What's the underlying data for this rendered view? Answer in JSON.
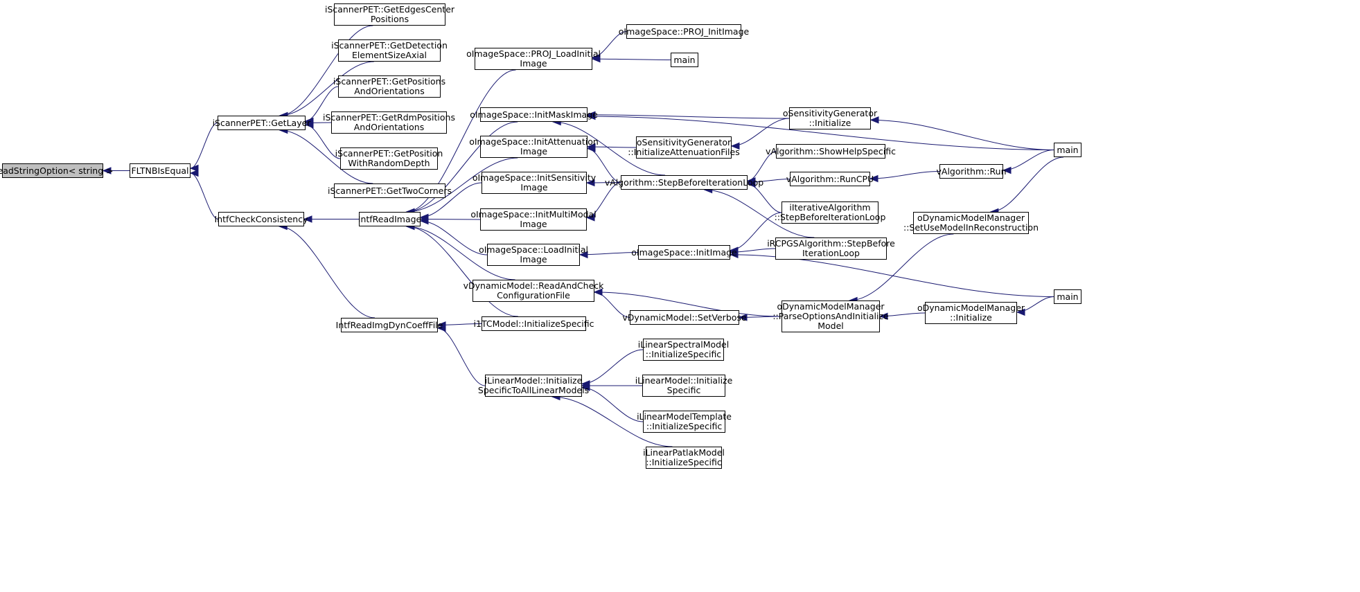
{
  "colors": {
    "edge": "#191970",
    "node_border": "#000000",
    "root_fill": "#bfbfbf",
    "background": "#ffffff"
  },
  "nodes": {
    "readstring": [
      "ReadStringOption< string >"
    ],
    "fltnb": [
      "FLTNBIsEqual"
    ],
    "getlayer": [
      "iScannerPET::GetLayer"
    ],
    "checkcons": [
      "IntfCheckConsistency"
    ],
    "edges_center": [
      "iScannerPET::GetEdgesCenter",
      "Positions"
    ],
    "detection_axial": [
      "iScannerPET::GetDetection",
      "ElementSizeAxial"
    ],
    "positions_orient": [
      "iScannerPET::GetPositions",
      "AndOrientations"
    ],
    "rdm_positions": [
      "iScannerPET::GetRdmPositions",
      "AndOrientations"
    ],
    "position_random": [
      "iScannerPET::GetPosition",
      "WithRandomDepth"
    ],
    "twocorners": [
      "iScannerPET::GetTwoCorners"
    ],
    "readimage": [
      "IntfReadImage"
    ],
    "readimgdyn": [
      "IntfReadImgDynCoeffFile"
    ],
    "proj_load": [
      "oImageSpace::PROJ_LoadInitial",
      "Image"
    ],
    "proj_init": [
      "oImageSpace::PROJ_InitImage"
    ],
    "main_proj": [
      "main"
    ],
    "initmask": [
      "oImageSpace::InitMaskImage"
    ],
    "initatten": [
      "oImageSpace::InitAttenuation",
      "Image"
    ],
    "initsens": [
      "oImageSpace::InitSensitivity",
      "Image"
    ],
    "initmulti": [
      "oImageSpace::InitMultiModal",
      "Image"
    ],
    "loadinitial": [
      "oImageSpace::LoadInitial",
      "Image"
    ],
    "readandcheck": [
      "vDynamicModel::ReadAndCheck",
      "ConfigurationFile"
    ],
    "i1tc": [
      "i1TCModel::InitializeSpecific"
    ],
    "linear_init": [
      "iLinearModel::Initialize",
      "SpecificToAllLinearModels"
    ],
    "sens_atten": [
      "oSensitivityGenerator",
      "::InitializeAttenuationFiles"
    ],
    "stepbefore": [
      "vAlgorithm::StepBeforeIterationLoop"
    ],
    "initimage": [
      "oImageSpace::InitImage"
    ],
    "setverbose": [
      "vDynamicModel::SetVerbose"
    ],
    "spectral": [
      "iLinearSpectralModel",
      "::InitializeSpecific"
    ],
    "linear_spec": [
      "iLinearModel::Initialize",
      "Specific"
    ],
    "template": [
      "iLinearModelTemplate",
      "::InitializeSpecific"
    ],
    "patlak": [
      "iLinearPatlakModel",
      "::InitializeSpecific"
    ],
    "sens_init": [
      "oSensitivityGenerator",
      "::Initialize"
    ],
    "showhelp": [
      "vAlgorithm::ShowHelpSpecific"
    ],
    "runcpu": [
      "vAlgorithm::RunCPU"
    ],
    "iterative": [
      "iIterativeAlgorithm",
      "::StepBeforeIterationLoop"
    ],
    "rcpgs": [
      "iRCPGSAlgorithm::StepBefore",
      "IterationLoop"
    ],
    "parseoptions": [
      "oDynamicModelManager",
      "::ParseOptionsAndInitialize",
      "Model"
    ],
    "run": [
      "vAlgorithm::Run"
    ],
    "setusemodel": [
      "oDynamicModelManager",
      "::SetUseModelInReconstruction"
    ],
    "manager_init": [
      "oDynamicModelManager",
      "::Initialize"
    ],
    "main_top": [
      "main"
    ],
    "main_bottom": [
      "main"
    ]
  },
  "edges": [
    [
      "fltnb",
      "readstring"
    ],
    [
      "getlayer",
      "fltnb"
    ],
    [
      "checkcons",
      "fltnb"
    ],
    [
      "edges_center",
      "getlayer"
    ],
    [
      "detection_axial",
      "getlayer"
    ],
    [
      "positions_orient",
      "getlayer"
    ],
    [
      "rdm_positions",
      "getlayer"
    ],
    [
      "position_random",
      "getlayer"
    ],
    [
      "twocorners",
      "getlayer"
    ],
    [
      "readimage",
      "checkcons"
    ],
    [
      "readimgdyn",
      "checkcons"
    ],
    [
      "proj_load",
      "readimage"
    ],
    [
      "initmask",
      "readimage"
    ],
    [
      "initatten",
      "readimage"
    ],
    [
      "initsens",
      "readimage"
    ],
    [
      "initmulti",
      "readimage"
    ],
    [
      "loadinitial",
      "readimage"
    ],
    [
      "readandcheck",
      "readimage"
    ],
    [
      "i1tc",
      "readimage"
    ],
    [
      "i1tc",
      "readimgdyn"
    ],
    [
      "linear_init",
      "readimgdyn"
    ],
    [
      "proj_init",
      "proj_load"
    ],
    [
      "main_proj",
      "proj_load"
    ],
    [
      "sens_init",
      "initmask"
    ],
    [
      "main_top",
      "initmask"
    ],
    [
      "stepbefore",
      "initmask"
    ],
    [
      "sens_atten",
      "initatten"
    ],
    [
      "stepbefore",
      "initatten"
    ],
    [
      "stepbefore",
      "initsens"
    ],
    [
      "stepbefore",
      "initmulti"
    ],
    [
      "initimage",
      "loadinitial"
    ],
    [
      "parseoptions",
      "readandcheck"
    ],
    [
      "setverbose",
      "readandcheck"
    ],
    [
      "spectral",
      "linear_init"
    ],
    [
      "linear_spec",
      "linear_init"
    ],
    [
      "template",
      "linear_init"
    ],
    [
      "patlak",
      "linear_init"
    ],
    [
      "sens_init",
      "sens_atten"
    ],
    [
      "showhelp",
      "stepbefore"
    ],
    [
      "runcpu",
      "stepbefore"
    ],
    [
      "iterative",
      "stepbefore"
    ],
    [
      "rcpgs",
      "stepbefore"
    ],
    [
      "iterative",
      "initimage"
    ],
    [
      "rcpgs",
      "initimage"
    ],
    [
      "main_bottom",
      "initimage"
    ],
    [
      "parseoptions",
      "setverbose"
    ],
    [
      "main_top",
      "sens_init"
    ],
    [
      "run",
      "runcpu"
    ],
    [
      "main_top",
      "run"
    ],
    [
      "setusemodel",
      "parseoptions"
    ],
    [
      "manager_init",
      "parseoptions"
    ],
    [
      "main_top",
      "setusemodel"
    ],
    [
      "main_bottom",
      "manager_init"
    ]
  ]
}
